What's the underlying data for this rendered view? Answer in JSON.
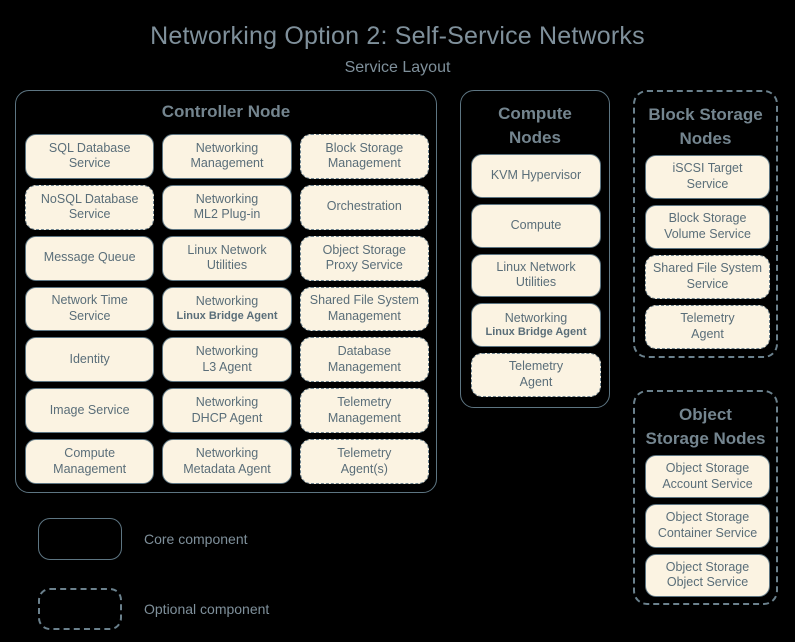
{
  "title": "Networking Option 2: Self-Service Networks",
  "subtitle": "Service Layout",
  "colors": {
    "background": "#000000",
    "box_fill": "#fbf3e2",
    "box_border": "#5d7582",
    "optional_border": "#6b818d",
    "heading_text": "#74858f",
    "title_text": "#7f909b",
    "box_text": "#5a6e79"
  },
  "nodes": {
    "controller": {
      "title": "Controller Node",
      "optional_container": false,
      "services": [
        {
          "l1": "SQL Database",
          "l2": "Service",
          "optional": false,
          "sub": false
        },
        {
          "l1": "Networking",
          "l2": "Management",
          "optional": false,
          "sub": false
        },
        {
          "l1": "Block Storage",
          "l2": "Management",
          "optional": true,
          "sub": false
        },
        {
          "l1": "NoSQL Database",
          "l2": "Service",
          "optional": true,
          "sub": false
        },
        {
          "l1": "Networking",
          "l2": "ML2 Plug-in",
          "optional": false,
          "sub": false
        },
        {
          "l1": "Orchestration",
          "l2": "",
          "optional": true,
          "sub": false
        },
        {
          "l1": "Message Queue",
          "l2": "",
          "optional": false,
          "sub": false
        },
        {
          "l1": "Linux Network",
          "l2": "Utilities",
          "optional": false,
          "sub": false
        },
        {
          "l1": "Object Storage",
          "l2": "Proxy Service",
          "optional": true,
          "sub": false
        },
        {
          "l1": "Network Time",
          "l2": "Service",
          "optional": false,
          "sub": false
        },
        {
          "l1": "Networking",
          "l2": "Linux Bridge Agent",
          "optional": false,
          "sub": true
        },
        {
          "l1": "Shared File System",
          "l2": "Management",
          "optional": true,
          "sub": false
        },
        {
          "l1": "Identity",
          "l2": "",
          "optional": false,
          "sub": false
        },
        {
          "l1": "Networking",
          "l2": "L3 Agent",
          "optional": false,
          "sub": false
        },
        {
          "l1": "Database",
          "l2": "Management",
          "optional": true,
          "sub": false
        },
        {
          "l1": "Image Service",
          "l2": "",
          "optional": false,
          "sub": false
        },
        {
          "l1": "Networking",
          "l2": "DHCP Agent",
          "optional": false,
          "sub": false
        },
        {
          "l1": "Telemetry",
          "l2": "Management",
          "optional": true,
          "sub": false
        },
        {
          "l1": "Compute",
          "l2": "Management",
          "optional": false,
          "sub": false
        },
        {
          "l1": "Networking",
          "l2": "Metadata Agent",
          "optional": false,
          "sub": false
        },
        {
          "l1": "Telemetry",
          "l2": "Agent(s)",
          "optional": true,
          "sub": false
        }
      ]
    },
    "compute": {
      "title_line1": "Compute",
      "title_line2": "Nodes",
      "optional_container": false,
      "services": [
        {
          "l1": "KVM Hypervisor",
          "l2": "",
          "optional": false,
          "sub": false
        },
        {
          "l1": "Compute",
          "l2": "",
          "optional": false,
          "sub": false
        },
        {
          "l1": "Linux Network",
          "l2": "Utilities",
          "optional": false,
          "sub": false
        },
        {
          "l1": "Networking",
          "l2": "Linux Bridge Agent",
          "optional": false,
          "sub": true
        },
        {
          "l1": "Telemetry",
          "l2": "Agent",
          "optional": true,
          "sub": false
        }
      ]
    },
    "block_storage": {
      "title_line1": "Block Storage",
      "title_line2": "Nodes",
      "optional_container": true,
      "services": [
        {
          "l1": "iSCSI Target",
          "l2": "Service",
          "optional": false,
          "sub": false
        },
        {
          "l1": "Block Storage",
          "l2": "Volume Service",
          "optional": false,
          "sub": false
        },
        {
          "l1": "Shared File System",
          "l2": "Service",
          "optional": true,
          "sub": false
        },
        {
          "l1": "Telemetry",
          "l2": "Agent",
          "optional": true,
          "sub": false
        }
      ]
    },
    "object_storage": {
      "title_line1": "Object",
      "title_line2": "Storage Nodes",
      "optional_container": true,
      "services": [
        {
          "l1": "Object Storage",
          "l2": "Account Service",
          "optional": false,
          "sub": false
        },
        {
          "l1": "Object Storage",
          "l2": "Container Service",
          "optional": false,
          "sub": false
        },
        {
          "l1": "Object Storage",
          "l2": "Object Service",
          "optional": false,
          "sub": false
        }
      ]
    }
  },
  "legend": {
    "core_label": "Core component",
    "optional_label": "Optional component"
  }
}
